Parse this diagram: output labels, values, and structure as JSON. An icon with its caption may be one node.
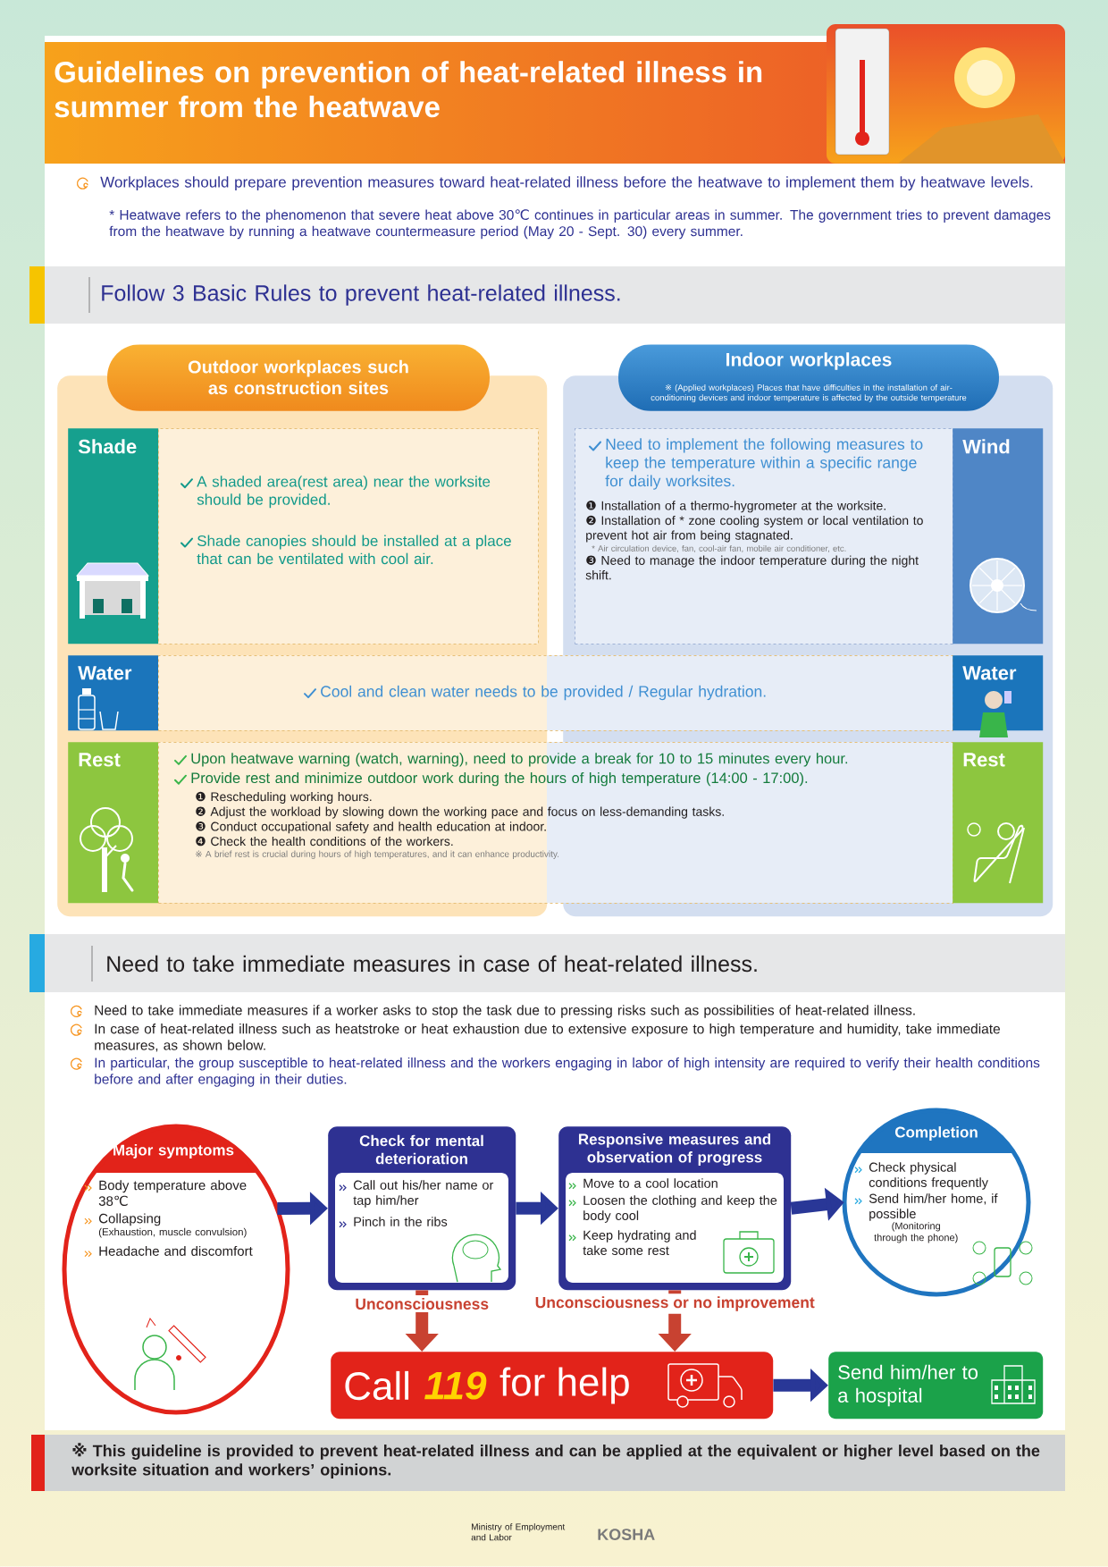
{
  "diagram": {
    "title": "Guidelines on prevention of heat-related illness in summer from the heatwave",
    "nodes": [
      {
        "text": [
          "Outdoor workplaces such as construction sites"
        ]
      },
      {
        "text": [
          "Indoor workplaces",
          "※ (Applied workplaces) Places that have difficulties in the installation of air-conditioning devices and indoor temperature is affected by the outside temperature"
        ]
      },
      {
        "text": [
          "Shade"
        ],
        "in": 0
      },
      {
        "text": [
          "A shaded area(rest area) near the worksite should be provided.",
          "Shade canopies should be installed at a place that can be ventilated with cool air."
        ],
        "in": 0
      },
      {
        "text": [
          "Need to implement the following measures to keep the temperature within a specific range for daily worksites.",
          "❶ Installation of a thermo-hygrometer at the worksite.",
          "❷ Installation of * zone cooling system or local ventilation to prevent hot air from being stagnated.",
          "* Air circulation device, fan, cool-air fan, mobile air conditioner, etc.",
          "❸ Need to manage the indoor temperature during the night shift."
        ],
        "in": 1
      },
      {
        "text": [
          "Wind"
        ],
        "in": 1
      },
      {
        "text": [
          "Water"
        ],
        "in": 0
      },
      {
        "text": [
          "Cool and clean water needs to be provided / Regular hydration."
        ]
      },
      {
        "text": [
          "Water"
        ],
        "in": 1
      },
      {
        "text": [
          "Rest"
        ],
        "in": 0
      },
      {
        "text": [
          "Upon heatwave warning (watch, warning), need to provide a break for 10 to 15 minutes every hour.",
          "Provide rest and minimize outdoor work during the hours of high temperature (14:00 - 17:00).",
          "❶ Rescheduling working hours.",
          "❷ Adjust the workload by slowing down the working pace and focus on less-demanding tasks.",
          "❸ Conduct occupational safety and health education at indoor.",
          "❹ Check the health conditions of the workers.",
          "※ A brief rest is crucial during hours of high temperatures, and it can enhance productivity."
        ]
      },
      {
        "text": [
          "Rest"
        ],
        "in": 1
      },
      {
        "text": [
          "Major symptoms",
          "Body temperature above 38℃",
          "Collapsing",
          "(Exhaustion, muscle convulsion)",
          "Headache and discomfort"
        ]
      },
      {
        "text": [
          "Check for mental deterioration",
          "Call out his/her name or tap him/her",
          "Pinch in the ribs"
        ]
      },
      {
        "text": [
          "Responsive measures and observation of progress",
          "Move to a cool location",
          "Loosen the clothing and keep the body cool",
          "Keep hydrating and take some rest"
        ]
      },
      {
        "text": [
          "Completion",
          "Check physical conditions frequently",
          "Send him/her home, if possible",
          "(Monitoring through the phone)"
        ]
      },
      {
        "text": [
          "Call",
          "119",
          "for help"
        ]
      },
      {
        "text": [
          "Send him/her to a hospital"
        ]
      }
    ],
    "edges": [
      {
        "from": 12,
        "to": 13,
        "arrow": "to"
      },
      {
        "from": 13,
        "to": 14,
        "arrow": "to"
      },
      {
        "from": 14,
        "to": 15,
        "arrow": "to"
      },
      {
        "from": 13,
        "to": 16,
        "arrow": "to",
        "label": "Unconsciousness",
        "color": "#e2231a"
      },
      {
        "from": 14,
        "to": 16,
        "arrow": "to",
        "label": "Unconsciousness or no improvement",
        "color": "#e2231a"
      },
      {
        "from": 16,
        "to": 17,
        "arrow": "to"
      }
    ],
    "labels": [
      "Workplaces should prepare prevention measures toward heat-related illness before the heatwave to implement them by heatwave levels.",
      "* Heatwave refers to the phenomenon that severe heat above 30℃ continues in particular areas in summer. The government tries to prevent damages from the heatwave by running a heatwave countermeasure period (May 20 - Sept. 30) every summer.",
      "Follow 3 Basic Rules to prevent heat-related illness.",
      "Need to take immediate measures in case of heat-related illness.",
      "Need to take immediate measures if a worker asks to stop the task due to pressing risks such as possibilities of heat-related illness.",
      "In case of heat-related illness such as heatstroke or heat exhaustion due to extensive exposure to high temperature and humidity, take immediate measures, as shown below.",
      "In particular, the group susceptible to heat-related illness and the workers engaging in labor of high intensity are required to verify their health conditions before and after engaging in their duties.",
      "※ This guideline is provided to prevent heat-related illness and can be applied at the equivalent or higher level based on the worksite situation and workers’ opinions.",
      "Ministry of Employment and Labor",
      "KOSHA"
    ]
  }
}
